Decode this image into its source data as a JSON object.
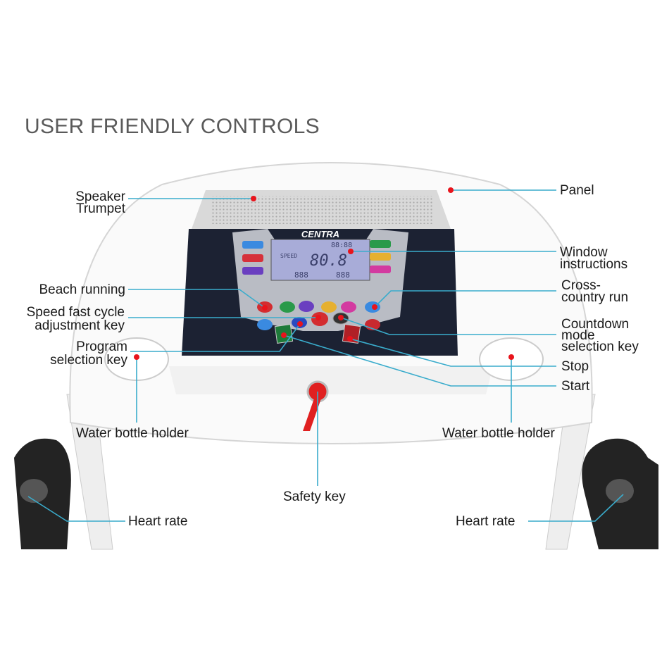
{
  "title": "USER FRIENDLY CONTROLS",
  "brand_logo": "CENTRA",
  "display": {
    "speed_label": "SPEED",
    "time": "88:88",
    "main": "80.8",
    "left_small": "888",
    "right_small": "888"
  },
  "labels": {
    "speaker": [
      "Speaker",
      "Trumpet"
    ],
    "panel": "Panel",
    "window": [
      "Window",
      "instructions"
    ],
    "beach": "Beach running",
    "speed_cycle": [
      "Speed fast cycle",
      "adjustment key"
    ],
    "program": [
      "Program",
      "selection key"
    ],
    "cross": [
      "Cross-",
      "country run"
    ],
    "countdown": [
      "Countdown",
      "mode",
      "selection key"
    ],
    "stop": "Stop",
    "start": "Start",
    "bottle_left": "Water bottle holder",
    "bottle_right": "Water bottle holder",
    "safety": "Safety key",
    "heart_left": "Heart rate",
    "heart_right": "Heart rate"
  },
  "colors": {
    "leader_line": "#3aaccc",
    "dot": "#e8141c",
    "console": "#1c2233"
  }
}
